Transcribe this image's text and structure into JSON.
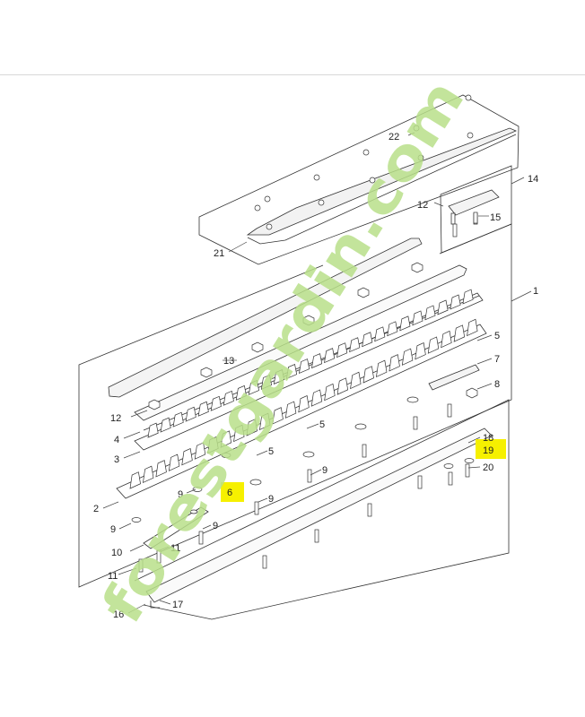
{
  "diagram": {
    "callouts": {
      "c1": "1",
      "c2": "2",
      "c3": "3",
      "c4": "4",
      "c5a": "5",
      "c5b": "5",
      "c5c": "5",
      "c6": "6",
      "c7": "7",
      "c8": "8",
      "c9a": "9",
      "c9b": "9",
      "c9c": "9",
      "c9d": "9",
      "c9e": "9",
      "c10": "10",
      "c11a": "11",
      "c11b": "11",
      "c12a": "12",
      "c12b": "12",
      "c13": "13",
      "c14": "14",
      "c15": "15",
      "c16": "16",
      "c17": "17",
      "c18": "18",
      "c19": "19",
      "c20": "20",
      "c21": "21",
      "c22": "22"
    },
    "highlighted": [
      "6",
      "19"
    ],
    "highlight_color": "#f6f000",
    "watermark": {
      "text": "forestgardin.com",
      "color": "#b9e08a",
      "accent_color": "#f0a35a"
    }
  }
}
